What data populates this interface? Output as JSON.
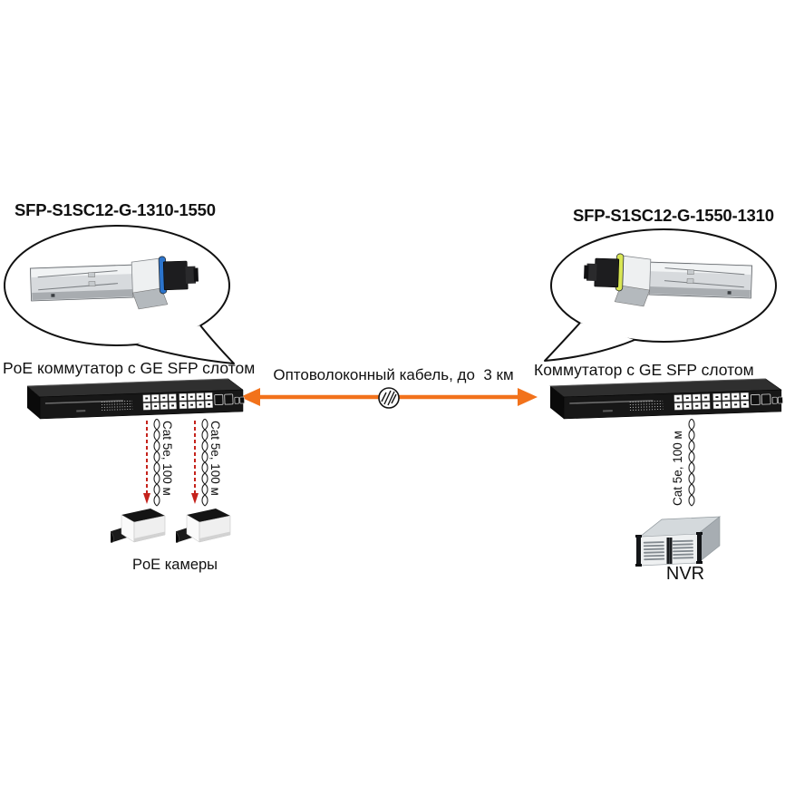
{
  "modules": {
    "left": {
      "label": "SFP-S1SC12-G-1310-1550",
      "clasp_color": "#2c74cc"
    },
    "right": {
      "label": "SFP-S1SC12-G-1550-1310",
      "clasp_color": "#d9e654"
    }
  },
  "switches": {
    "left_label": "PoE коммутатор с GE SFP слотом",
    "right_label": "Коммутатор с GE SFP слотом"
  },
  "fiber_link": {
    "label": "Оптоволоконный кабель, до  3 км",
    "arrow_color": "#f2721b",
    "junction_icon": "hatched-circle"
  },
  "utp": {
    "label": "Cat 5e, 100 м",
    "arrow_color": "#c5231c",
    "cable_icon": "twisted-pair-braid"
  },
  "endpoints": {
    "cameras_label": "PoE камеры",
    "nvr_label": "NVR"
  }
}
